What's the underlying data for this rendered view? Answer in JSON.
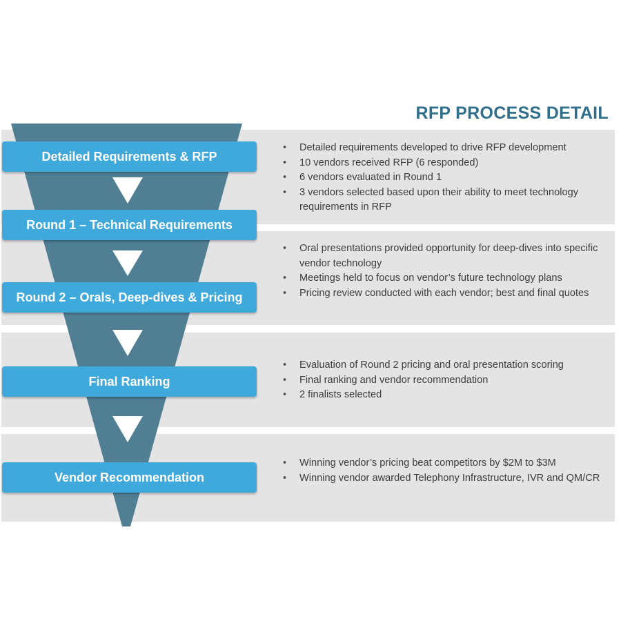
{
  "title": "RFP PROCESS DETAIL",
  "colors": {
    "band": "#e4e4e5",
    "funnel": "#507f94",
    "stage": "#3fa9dc",
    "arrow": "#ffffff",
    "title": "#2f6f8c"
  },
  "stages": [
    {
      "label": "Detailed Requirements & RFP",
      "bullets": [
        "Detailed requirements developed to drive RFP development",
        "10 vendors received RFP (6 responded)",
        "6 vendors evaluated in Round 1",
        "3 vendors selected based upon their ability to meet technology requirements in RFP"
      ]
    },
    {
      "label": "Round 1 – Technical Requirements",
      "bullets": []
    },
    {
      "label": "Round 2 – Orals, Deep-dives & Pricing",
      "bullets": [
        "Oral presentations provided opportunity for deep-dives into specific vendor technology",
        "Meetings held to focus on vendor’s future technology plans",
        "Pricing review conducted with each vendor; best and final quotes"
      ]
    },
    {
      "label": "Final Ranking",
      "bullets": [
        "Evaluation of Round 2 pricing and oral presentation scoring",
        "Final ranking and vendor recommendation",
        "2 finalists selected"
      ]
    },
    {
      "label": "Vendor Recommendation",
      "bullets": [
        "Winning vendor’s pricing beat competitors by $2M to $3M",
        "Winning vendor awarded Telephony Infrastructure, IVR and QM/CR"
      ]
    }
  ]
}
